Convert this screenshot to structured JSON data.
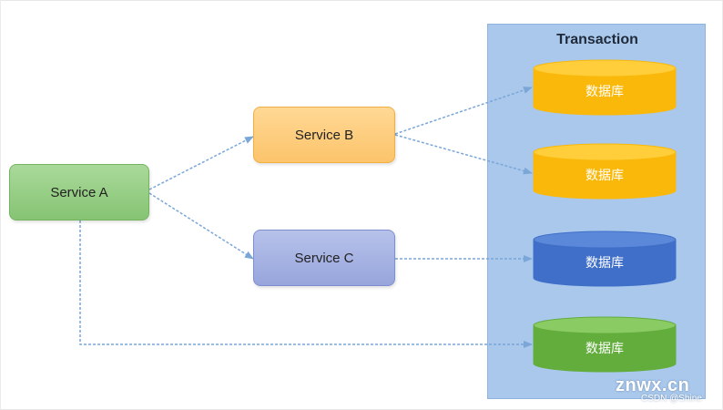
{
  "panel": {
    "title": "Transaction",
    "fill": "#a9c8ec"
  },
  "services": {
    "a": "Service A",
    "b": "Service B",
    "c": "Service C"
  },
  "databases": [
    {
      "label": "数据库",
      "color": "#f9b80a",
      "top_color": "#ffce3a"
    },
    {
      "label": "数据库",
      "color": "#f9b80a",
      "top_color": "#ffce3a"
    },
    {
      "label": "数据库",
      "color": "#3f6fc8",
      "top_color": "#5b88d8"
    },
    {
      "label": "数据库",
      "color": "#62ad3c",
      "top_color": "#8acb64"
    }
  ],
  "connector_color": "#7aa6d8",
  "watermark": {
    "main": "znwx.cn",
    "sub": "CSDN @Shine"
  }
}
